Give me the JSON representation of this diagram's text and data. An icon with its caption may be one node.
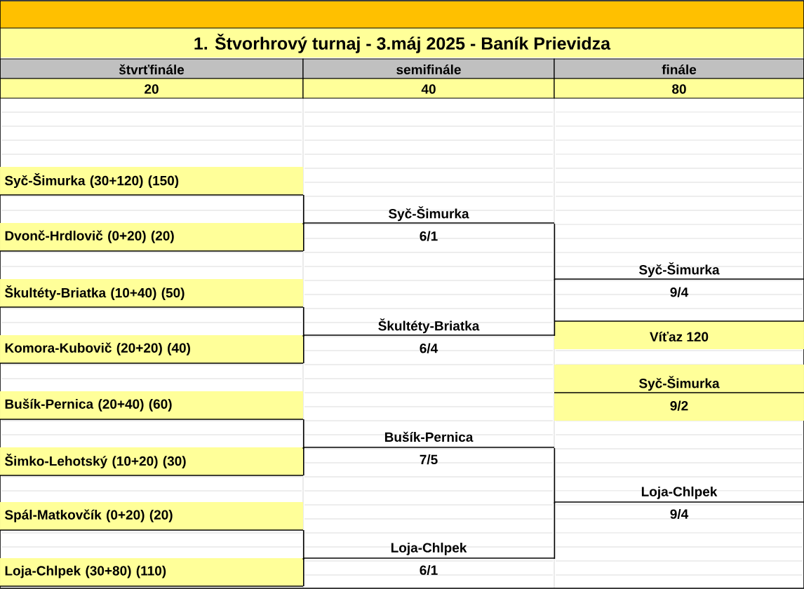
{
  "diagram": {
    "title": "1. Štvorhrový turnaj - 3.máj 2025 - Baník Prievidza",
    "nodes": [
      {
        "text": [
          "Syč-Šimurka (30+120) (150)"
        ]
      },
      {
        "text": [
          "Dvonč-Hrdlovič (0+20) (20)"
        ]
      },
      {
        "text": [
          "Škultéty-Briatka (10+40) (50)"
        ]
      },
      {
        "text": [
          "Komora-Kubovič (20+20) (40)"
        ]
      },
      {
        "text": [
          "Bušík-Pernica (20+40) (60)"
        ]
      },
      {
        "text": [
          "Šimko-Lehotský (10+20) (30)"
        ]
      },
      {
        "text": [
          "Spál-Matkovčík  (0+20) (20)"
        ]
      },
      {
        "text": [
          "Loja-Chlpek (30+80) (110)"
        ]
      },
      {
        "text": [
          "Syč-Šimurka",
          "6/1"
        ]
      },
      {
        "text": [
          "Škultéty-Briatka",
          "6/4"
        ]
      },
      {
        "text": [
          "Bušík-Pernica",
          "7/5"
        ]
      },
      {
        "text": [
          "Loja-Chlpek",
          "6/1"
        ]
      },
      {
        "text": [
          "Syč-Šimurka",
          "9/4"
        ]
      },
      {
        "text": [
          "Loja-Chlpek",
          "9/4"
        ]
      },
      {
        "text": [
          "Víťaz 120"
        ]
      },
      {
        "text": [
          "Syč-Šimurka",
          "9/2"
        ]
      }
    ],
    "edges": [
      {
        "from": 0,
        "to": 8,
        "arrow": "none"
      },
      {
        "from": 1,
        "to": 8,
        "arrow": "none"
      },
      {
        "from": 2,
        "to": 9,
        "arrow": "none"
      },
      {
        "from": 3,
        "to": 9,
        "arrow": "none"
      },
      {
        "from": 4,
        "to": 10,
        "arrow": "none"
      },
      {
        "from": 5,
        "to": 10,
        "arrow": "none"
      },
      {
        "from": 6,
        "to": 11,
        "arrow": "none"
      },
      {
        "from": 7,
        "to": 11,
        "arrow": "none"
      },
      {
        "from": 8,
        "to": 12,
        "arrow": "none"
      },
      {
        "from": 9,
        "to": 12,
        "arrow": "none"
      },
      {
        "from": 10,
        "to": 13,
        "arrow": "none"
      },
      {
        "from": 11,
        "to": 13,
        "arrow": "none"
      }
    ],
    "labels": [
      "štvrťfinále",
      "semifinále",
      "finále",
      "20",
      "40",
      "80"
    ]
  }
}
